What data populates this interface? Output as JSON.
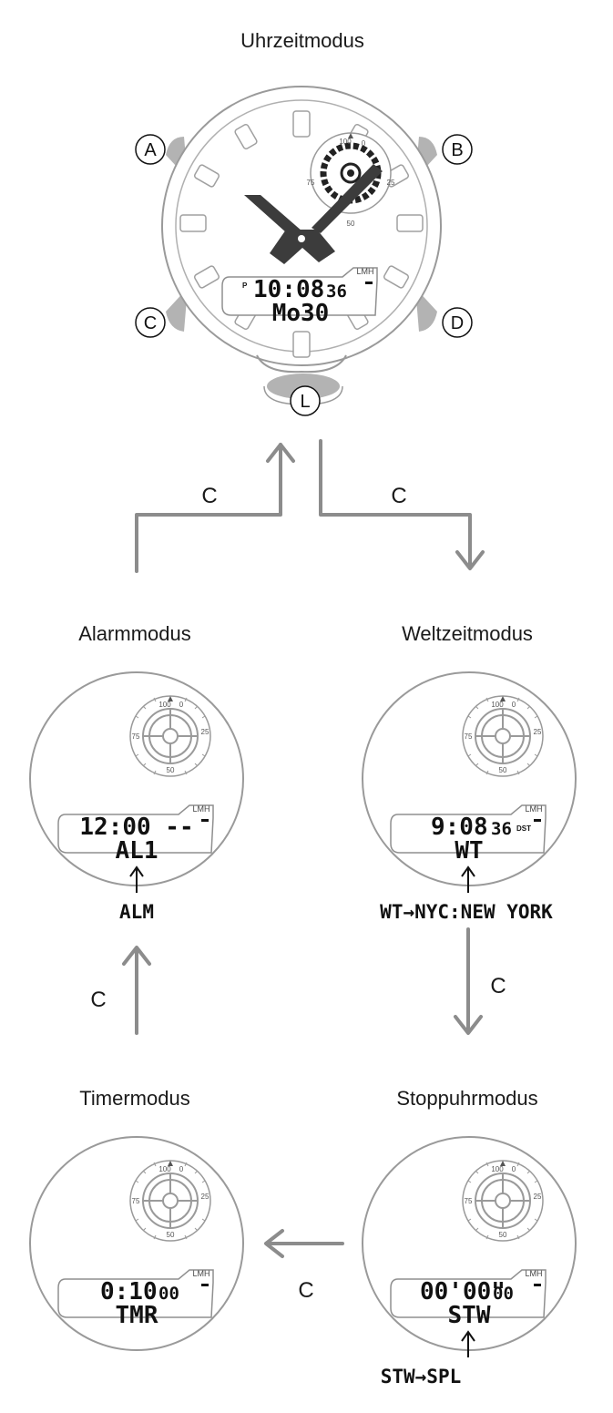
{
  "modes": {
    "timekeeping": {
      "title": "Uhrzeitmodus",
      "indicator": "P",
      "time": "10:08",
      "seconds": "36",
      "date": "Mo30"
    },
    "alarm": {
      "title": "Alarmmodus",
      "time": "12:00 --",
      "code": "AL1",
      "sub_label": "ALM"
    },
    "world_time": {
      "title": "Weltzeitmodus",
      "time": "9:08",
      "seconds": "36",
      "dst": "DST",
      "code": "WT",
      "sub_label": "WT→NYC:NEW YORK"
    },
    "timer": {
      "title": "Timermodus",
      "time": "0:10",
      "seconds": "00",
      "code": "TMR"
    },
    "stopwatch": {
      "title": "Stoppuhrmodus",
      "time": "00'00\"",
      "seconds": "00",
      "code": "STW",
      "sub_label": "STW→SPL"
    }
  },
  "buttons": {
    "a": "A",
    "b": "B",
    "c": "C",
    "d": "D",
    "l": "L"
  },
  "transition_button": "C",
  "sub_dial_scale": [
    "100",
    "0",
    "25",
    "50",
    "75"
  ],
  "level_indicator": "LMH",
  "colors": {
    "outline": "#9a9a9a",
    "button_fill": "#b3b3b3",
    "hands": "#3c3c3c"
  }
}
